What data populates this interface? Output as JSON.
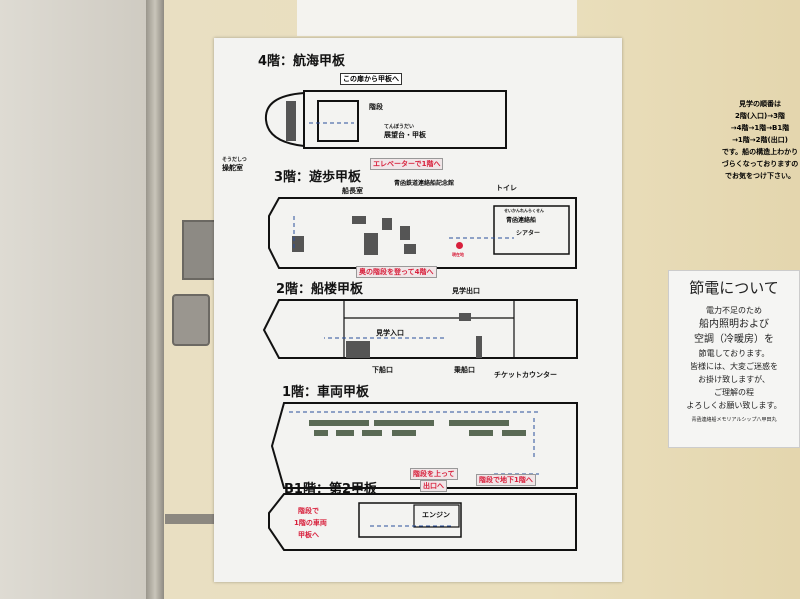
{
  "floors": [
    {
      "title": "4階：航海甲板",
      "labels": {
        "door": "この扉から甲板へ",
        "stairs": "階段",
        "observation_ruby": "てんぼうだい",
        "observation": "展望台・甲板",
        "elevator": "エレベーターで1階へ",
        "steering_ruby": "そうだしつ",
        "steering": "操舵室"
      }
    },
    {
      "title": "3階：遊歩甲板",
      "labels": {
        "captain": "船長室",
        "museum": "青函鉄道連絡船記念館",
        "toilet": "トイレ",
        "theater_ruby": "せいかんれんらくせん",
        "theater_a": "青函連絡船",
        "theater_b": "シアター",
        "here": "現在地",
        "back_stairs": "奥の階段を登って4階へ"
      }
    },
    {
      "title": "2階：船楼甲板",
      "labels": {
        "exit": "見学出口",
        "entrance": "見学入口",
        "disembark": "下船口",
        "board": "乗船口",
        "ticket": "チケットカウンター"
      }
    },
    {
      "title": "1階：車両甲板",
      "labels": {
        "up_exit_a": "階段を上って",
        "up_exit_b": "出口へ",
        "down": "階段で地下1階へ"
      }
    },
    {
      "title": "B1階：第2甲板",
      "labels": {
        "engine": "エンジン",
        "back_a": "階段で",
        "back_b": "1階の車両",
        "back_c": "甲板へ"
      }
    }
  ],
  "route_note": {
    "lines": [
      "見学の順番は",
      "2階(入口)→3階",
      "→4階→1階→B1階",
      "→1階→2階(出口)",
      "です。船の構造上わかり",
      "づらくなっておりますの",
      "でお気をつけ下さい。"
    ]
  },
  "notice": {
    "title": "節電について",
    "lines": [
      "電力不足のため",
      "船内照明および",
      "空調（冷暖房）を",
      "節電しております。",
      "皆様には、大変ご迷惑を",
      "お掛け致しますが、",
      "ご理解の程",
      "よろしくお願い致します。"
    ],
    "footer": "青函連絡船メモリアルシップ八甲田丸"
  },
  "colors": {
    "accent_red": "#d8203c",
    "route_blue": "#2a4f9a"
  }
}
